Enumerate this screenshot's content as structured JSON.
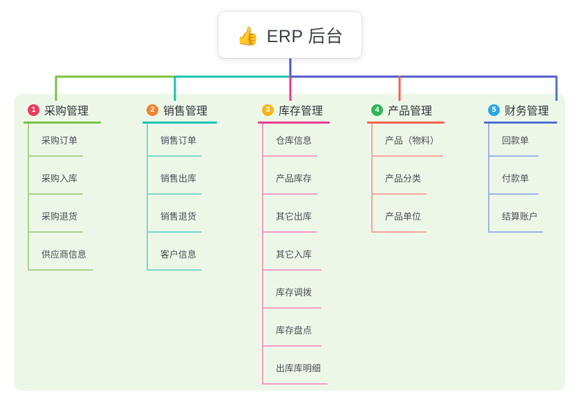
{
  "root": {
    "icon": "thumbs-up-icon",
    "icon_glyph": "👍",
    "label": "ERP 后台"
  },
  "palette": {
    "panel_bg": "#edf7e8",
    "page_bg": "#ffffff",
    "root_trunk": "#4a58c8",
    "connector_left": "#7ac143",
    "connector_mid": "#14c3b0",
    "connector_right": "#4a58c8"
  },
  "columns": [
    {
      "index": "1",
      "title": "采购管理",
      "badge_color": "#ea3b5c",
      "rule_color": "#7ac143",
      "line_color": "#a8d48a",
      "stub_color": "#7ac143",
      "items": [
        {
          "label": "采购订单",
          "rule_width": 80
        },
        {
          "label": "采购入库",
          "rule_width": 80
        },
        {
          "label": "采购退货",
          "rule_width": 80
        },
        {
          "label": "供应商信息",
          "rule_width": 95
        }
      ]
    },
    {
      "index": "2",
      "title": "销售管理",
      "badge_color": "#f0832f",
      "rule_color": "#14c3b0",
      "line_color": "#7ad8cc",
      "stub_color": "#14c3b0",
      "items": [
        {
          "label": "销售订单",
          "rule_width": 80
        },
        {
          "label": "销售出库",
          "rule_width": 80
        },
        {
          "label": "销售退货",
          "rule_width": 80
        },
        {
          "label": "客户信息",
          "rule_width": 80
        }
      ]
    },
    {
      "index": "3",
      "title": "库存管理",
      "badge_color": "#f5b417",
      "rule_color": "#e8398f",
      "line_color": "#f09ec5",
      "stub_color": "#e8398f",
      "items": [
        {
          "label": "仓库信息",
          "rule_width": 80
        },
        {
          "label": "产品库存",
          "rule_width": 80
        },
        {
          "label": "其它出库",
          "rule_width": 80
        },
        {
          "label": "其它入库",
          "rule_width": 86
        },
        {
          "label": "库存调拨",
          "rule_width": 86
        },
        {
          "label": "库存盘点",
          "rule_width": 86
        },
        {
          "label": "出库库明细",
          "rule_width": 95
        }
      ]
    },
    {
      "index": "4",
      "title": "产品管理",
      "badge_color": "#2fb457",
      "rule_color": "#f4604f",
      "line_color": "#f6a79c",
      "stub_color": "#f4604f",
      "items": [
        {
          "label": "产品（物料）",
          "rule_width": 104
        },
        {
          "label": "产品分类",
          "rule_width": 80
        },
        {
          "label": "产品单位",
          "rule_width": 80
        }
      ]
    },
    {
      "index": "5",
      "title": "财务管理",
      "badge_color": "#2aa8e0",
      "rule_color": "#4a6fd4",
      "line_color": "#9db4e8",
      "stub_color": "#4a6fd4",
      "items": [
        {
          "label": "回款单",
          "rule_width": 73
        },
        {
          "label": "付款单",
          "rule_width": 73
        },
        {
          "label": "结算账户",
          "rule_width": 80
        }
      ]
    }
  ]
}
